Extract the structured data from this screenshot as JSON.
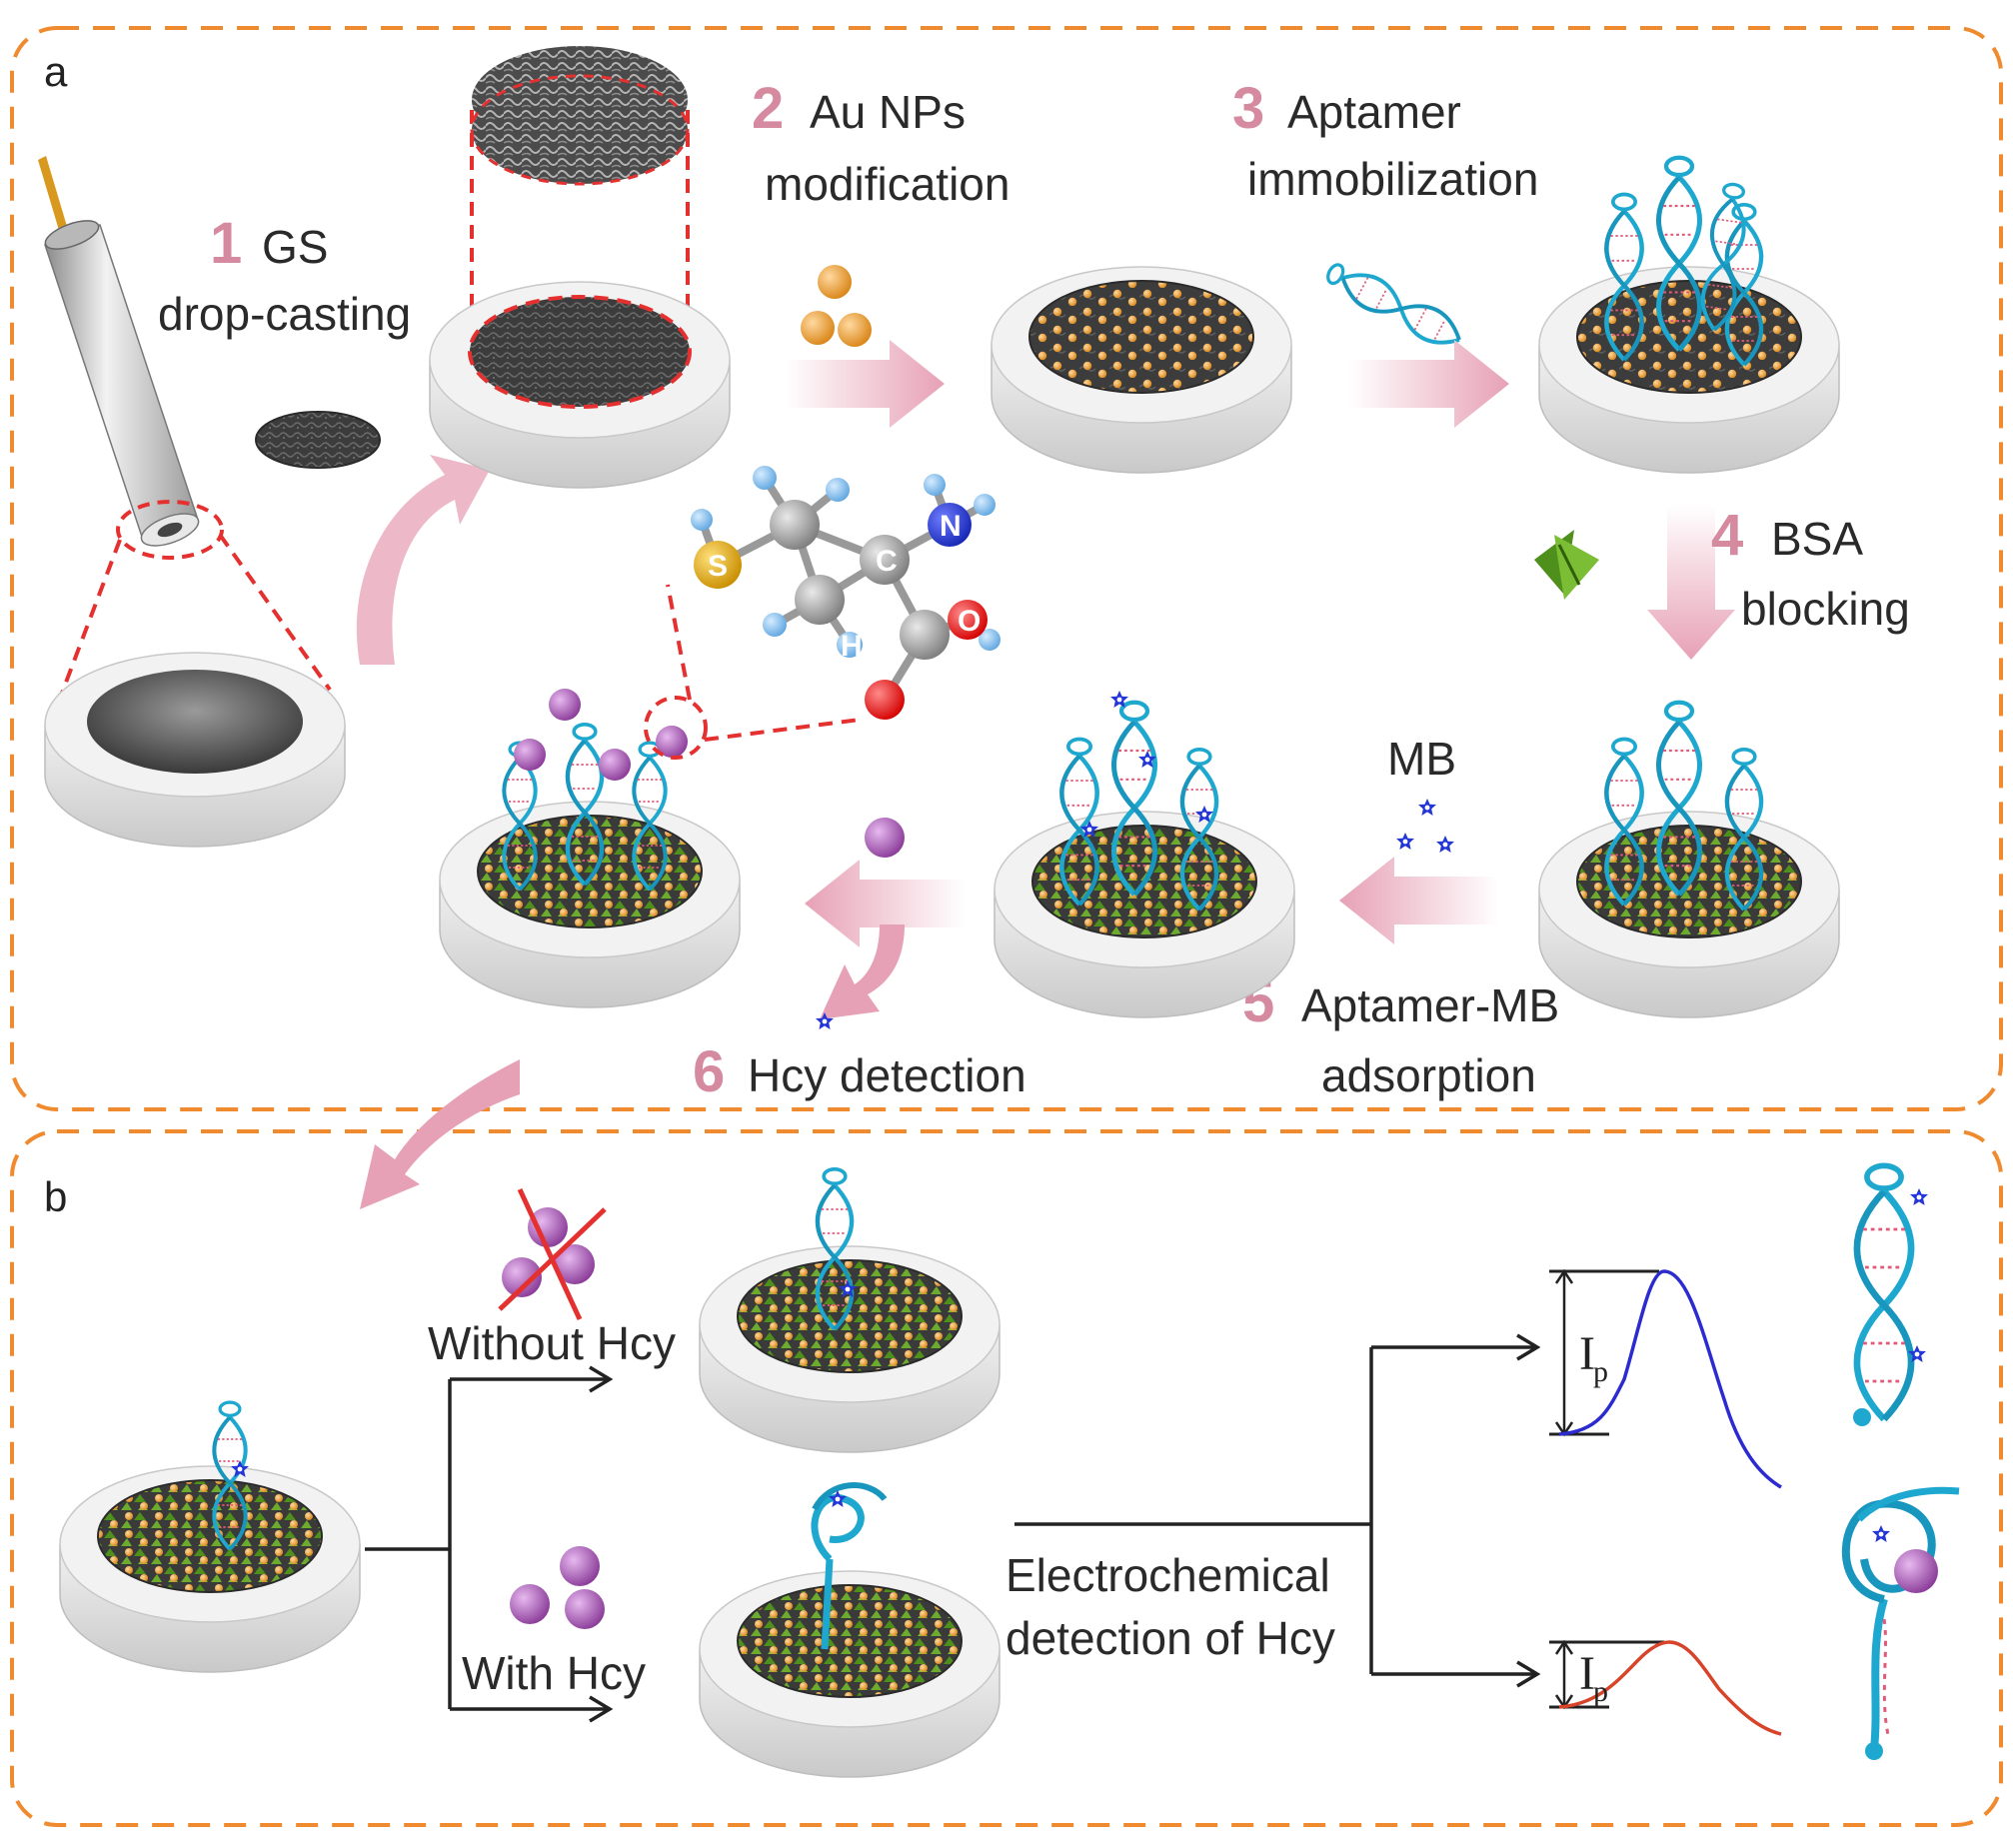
{
  "panels": {
    "a": "a",
    "b": "b"
  },
  "steps": [
    {
      "num": "1",
      "line1": "GS",
      "line2": "drop-casting"
    },
    {
      "num": "2",
      "line1": "Au NPs",
      "line2": "modification"
    },
    {
      "num": "3",
      "line1": "Aptamer",
      "line2": "immobilization"
    },
    {
      "num": "4",
      "line1": "BSA",
      "line2": "blocking"
    },
    {
      "num": "5",
      "line1": "Aptamer-MB",
      "line2": "adsorption"
    },
    {
      "num": "6",
      "line1": "Hcy detection"
    }
  ],
  "labels": {
    "mb": "MB",
    "without_hcy": "Without Hcy",
    "with_hcy": "With Hcy",
    "electro_line1": "Electrochemical",
    "electro_line2": "detection of Hcy",
    "ip_main": "I",
    "ip_sub": "p"
  },
  "molecule_atoms": {
    "s": "S",
    "n": "N",
    "o": "O",
    "h": "H",
    "c": "C"
  },
  "colors": {
    "panel_border": "#f08a2e",
    "arrow_pink": "#e7a1b6",
    "step_number": "#d58aa0",
    "dna": "#1fa8cf",
    "gold_np": "#e8a33a",
    "hcy_sphere": "#9b4fa8",
    "mb_star": "#2436d6",
    "bsa_green": "#5fa02a",
    "curve_high": "#2b2bd0",
    "curve_low": "#d8442a",
    "highlight": "#e53030"
  }
}
